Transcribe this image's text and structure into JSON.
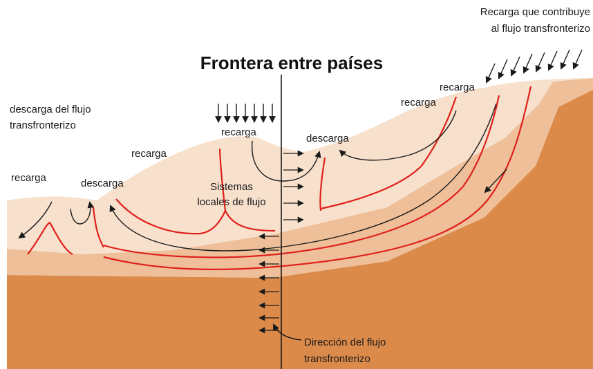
{
  "title": "Frontera entre países",
  "labels": {
    "recharge_transboundary_line1": "Recarga que contribuye",
    "recharge_transboundary_line2": "al flujo transfronterizo",
    "discharge_transboundary_line1": "descarga del flujo",
    "discharge_transboundary_line2": "transfronterizo",
    "recarga_far_left": "recarga",
    "descarga_left": "descarga",
    "recarga_mid_left": "recarga",
    "recarga_center": "recarga",
    "descarga_center": "descarga",
    "recarga_right": "recarga",
    "recarga_upper_right": "recarga",
    "local_systems_line1": "Sistemas",
    "local_systems_line2": "locales de flujo",
    "flow_direction_line1": "Dirección del flujo",
    "flow_direction_line2": "transfronterizo"
  },
  "colors": {
    "shallow_layer": "#f7e0cc",
    "middle_layer": "#eebf98",
    "deep_layer": "#db8a4a",
    "flow_boundary": "#e0201b",
    "flow_line": "#1a1a1a"
  }
}
